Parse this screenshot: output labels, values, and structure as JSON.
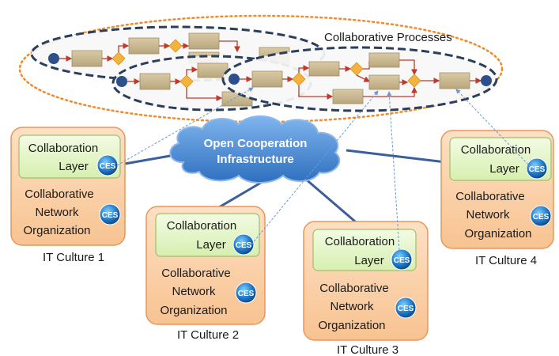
{
  "processes": {
    "title": "Collaborative Processes"
  },
  "cloud": {
    "line1": "Open Cooperation",
    "line2": "Infrastructure"
  },
  "badge": {
    "text": "CES"
  },
  "cultures": [
    {
      "collab_line1": "Collaboration",
      "collab_line2": "Layer",
      "org_line1": "Collaborative",
      "org_line2": "Network",
      "org_line3": "Organization",
      "label": "IT Culture 1"
    },
    {
      "collab_line1": "Collaboration",
      "collab_line2": "Layer",
      "org_line1": "Collaborative",
      "org_line2": "Network",
      "org_line3": "Organization",
      "label": "IT Culture 2"
    },
    {
      "collab_line1": "Collaboration",
      "collab_line2": "Layer",
      "org_line1": "Collaborative",
      "org_line2": "Network",
      "org_line3": "Organization",
      "label": "IT Culture 3"
    },
    {
      "collab_line1": "Collaboration",
      "collab_line2": "Layer",
      "org_line1": "Collaborative",
      "org_line2": "Network",
      "org_line3": "Organization",
      "label": "IT Culture 4"
    }
  ],
  "colors": {
    "orange_outline": "#f08a2a",
    "culture_fill": "#fbd0a8",
    "culture_stroke": "#e8955c",
    "collab_fill": "#e6f5c9",
    "collab_stroke": "#9fbf6a",
    "cloud_fill": "#3d86d6",
    "connector": "#3b5f99",
    "task_fill": "#c9b791",
    "gateway": "#f4b23e",
    "event": "#2d4f8a",
    "flow": "#c0392b",
    "dashed_link": "#6a9ad6"
  }
}
